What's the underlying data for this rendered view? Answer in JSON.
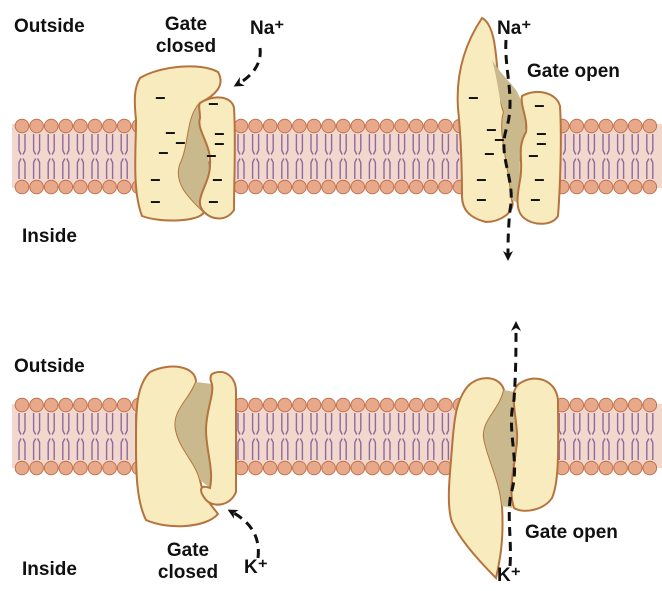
{
  "panels": {
    "sodium": {
      "outside_label": "Outside",
      "inside_label": "Inside",
      "closed": {
        "gate_label_line1": "Gate",
        "gate_label_line2": "closed",
        "ion_label": "Na⁺"
      },
      "open": {
        "gate_label": "Gate open",
        "ion_label": "Na⁺"
      }
    },
    "potassium": {
      "outside_label": "Outside",
      "inside_label": "Inside",
      "closed": {
        "gate_label_line1": "Gate",
        "gate_label_line2": "closed",
        "ion_label": "K⁺"
      },
      "open": {
        "gate_label": "Gate open",
        "ion_label": "K⁺"
      }
    }
  },
  "charge_symbol": "−",
  "colors": {
    "membrane_band": "#f1d7cc",
    "lipid_head": "#e8a98a",
    "lipid_head_stroke": "#c0724e",
    "lipid_tail": "#8e6aa0",
    "protein_fill": "#f8ebbd",
    "protein_stroke": "#b5733e",
    "pore_fill": "#c9b98c",
    "ion_arrow": "#111111"
  }
}
